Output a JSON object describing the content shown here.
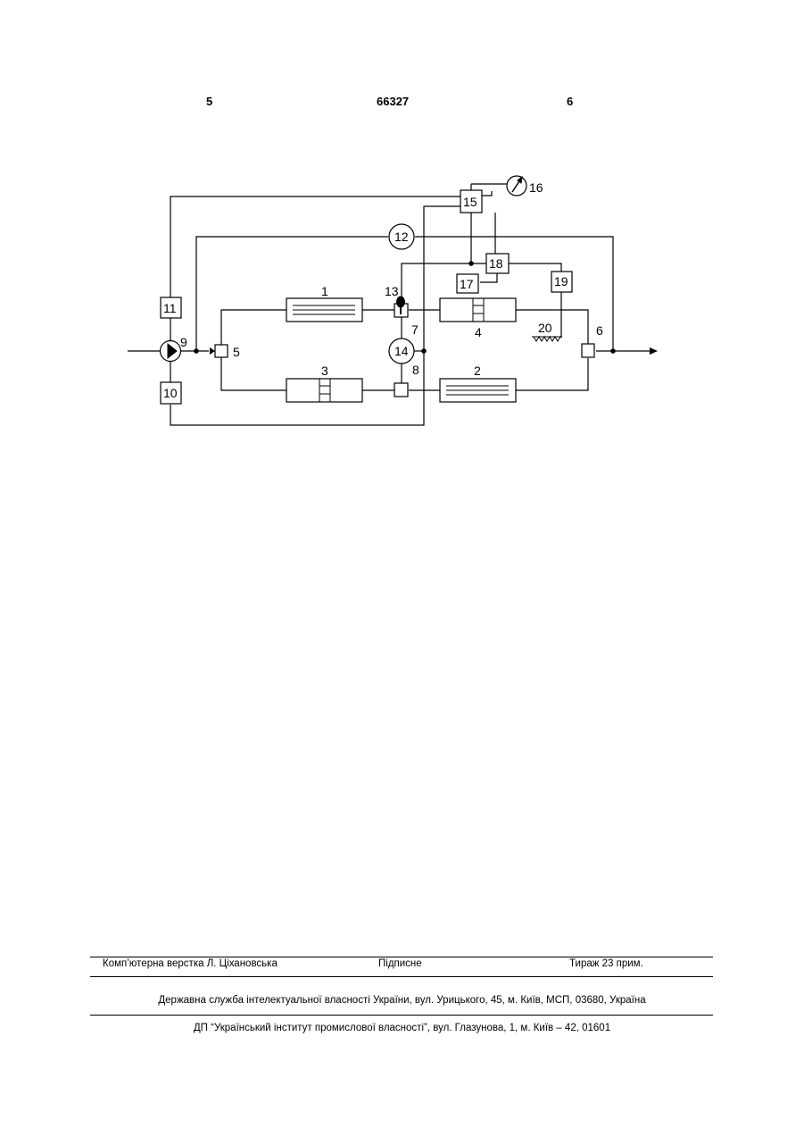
{
  "header": {
    "page_left": "5",
    "patent_number": "66327",
    "page_right": "6"
  },
  "diagram": {
    "labels": {
      "l1": "1",
      "l2": "2",
      "l3": "3",
      "l4": "4",
      "l5": "5",
      "l6": "6",
      "l7": "7",
      "l8": "8",
      "l9": "9",
      "l10": "10",
      "l11": "11",
      "l12": "12",
      "l13": "13",
      "l14": "14",
      "l15": "15",
      "l16": "16",
      "l17": "17",
      "l18": "18",
      "l19": "19",
      "l20": "20"
    }
  },
  "footer": {
    "layout_credit": "Комп’ютерна верстка Л. Ціхановська",
    "subscription": "Підписне",
    "circulation": "Тираж 23 прим.",
    "office": "Державна служба інтелектуальної власності України, вул. Урицького, 45, м. Київ, МСП, 03680, Україна",
    "institute": "ДП “Український інститут промислової власності”, вул. Глазунова, 1, м. Київ – 42, 01601"
  }
}
